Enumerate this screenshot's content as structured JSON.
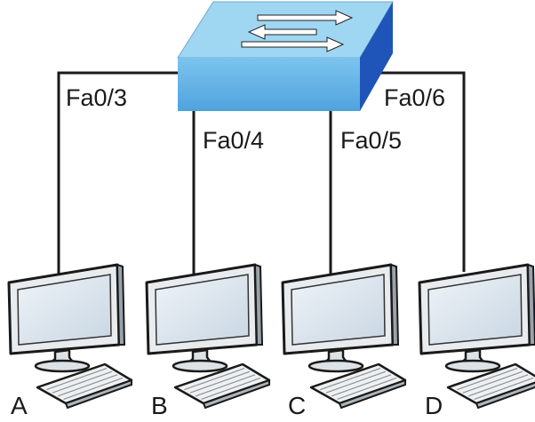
{
  "diagram": {
    "switch": {
      "icon": "network-switch-icon",
      "top_color": "#9fd6f2",
      "front_color": "#5ab0e6",
      "side_color": "#1f55b8"
    },
    "ports": [
      {
        "label": "Fa0/3"
      },
      {
        "label": "Fa0/4"
      },
      {
        "label": "Fa0/5"
      },
      {
        "label": "Fa0/6"
      }
    ],
    "hosts": [
      {
        "label": "A",
        "icon": "desktop-computer-icon"
      },
      {
        "label": "B",
        "icon": "desktop-computer-icon"
      },
      {
        "label": "C",
        "icon": "desktop-computer-icon"
      },
      {
        "label": "D",
        "icon": "desktop-computer-icon"
      }
    ],
    "line_color": "#1a1a1a",
    "screen_color": "#dfe7ef"
  }
}
